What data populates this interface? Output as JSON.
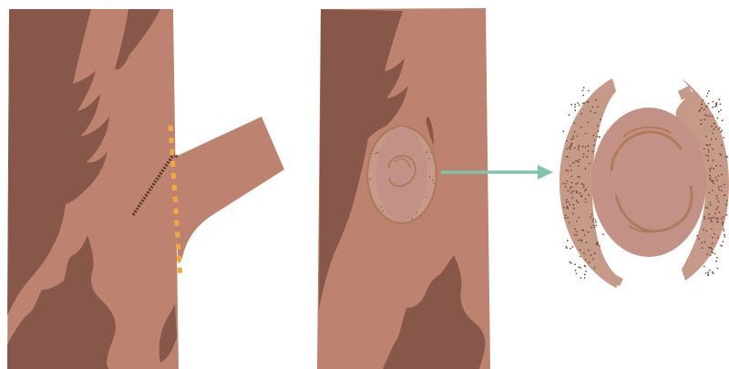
{
  "panels": [
    {
      "id": "branch-attached",
      "description_visible_text": ""
    },
    {
      "id": "branch-removed",
      "description_visible_text": ""
    },
    {
      "id": "wound-closeup",
      "description_visible_text": ""
    }
  ],
  "colors": {
    "bark_light": "#BE8370",
    "bark_dark": "#87584A",
    "collar_fill": "#C69A88",
    "wound_face": "#C49186",
    "wound_ring": "#B07A5C",
    "cut_line": "#F2A93B",
    "ridge": "#5B3A2C",
    "arrow": "#7FC4A6",
    "speckle": "#7A4A35"
  },
  "icons": {
    "arrow": "right-arrow-icon",
    "cut_guide": "dotted-cut-line",
    "branch_bark_ridge": "bark-ridge-dash"
  }
}
